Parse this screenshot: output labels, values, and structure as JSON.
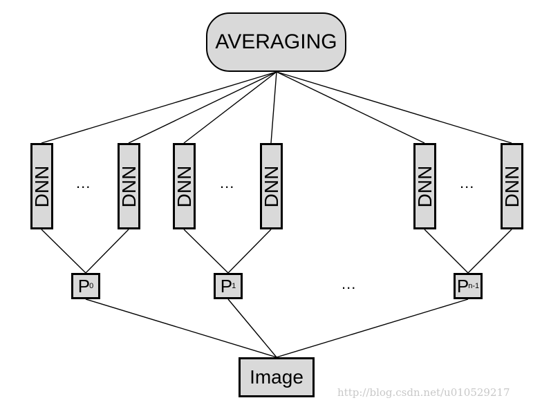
{
  "diagram": {
    "top_node": "AVERAGING",
    "dnn_label": "DNN",
    "ellipsis": "...",
    "patches": [
      {
        "base": "P",
        "sub": "0"
      },
      {
        "base": "P",
        "sub": "1"
      },
      {
        "base": "P",
        "sub": "n-1"
      }
    ],
    "bottom_node": "Image"
  },
  "watermark": "http://blog.csdn.net/u010529217"
}
